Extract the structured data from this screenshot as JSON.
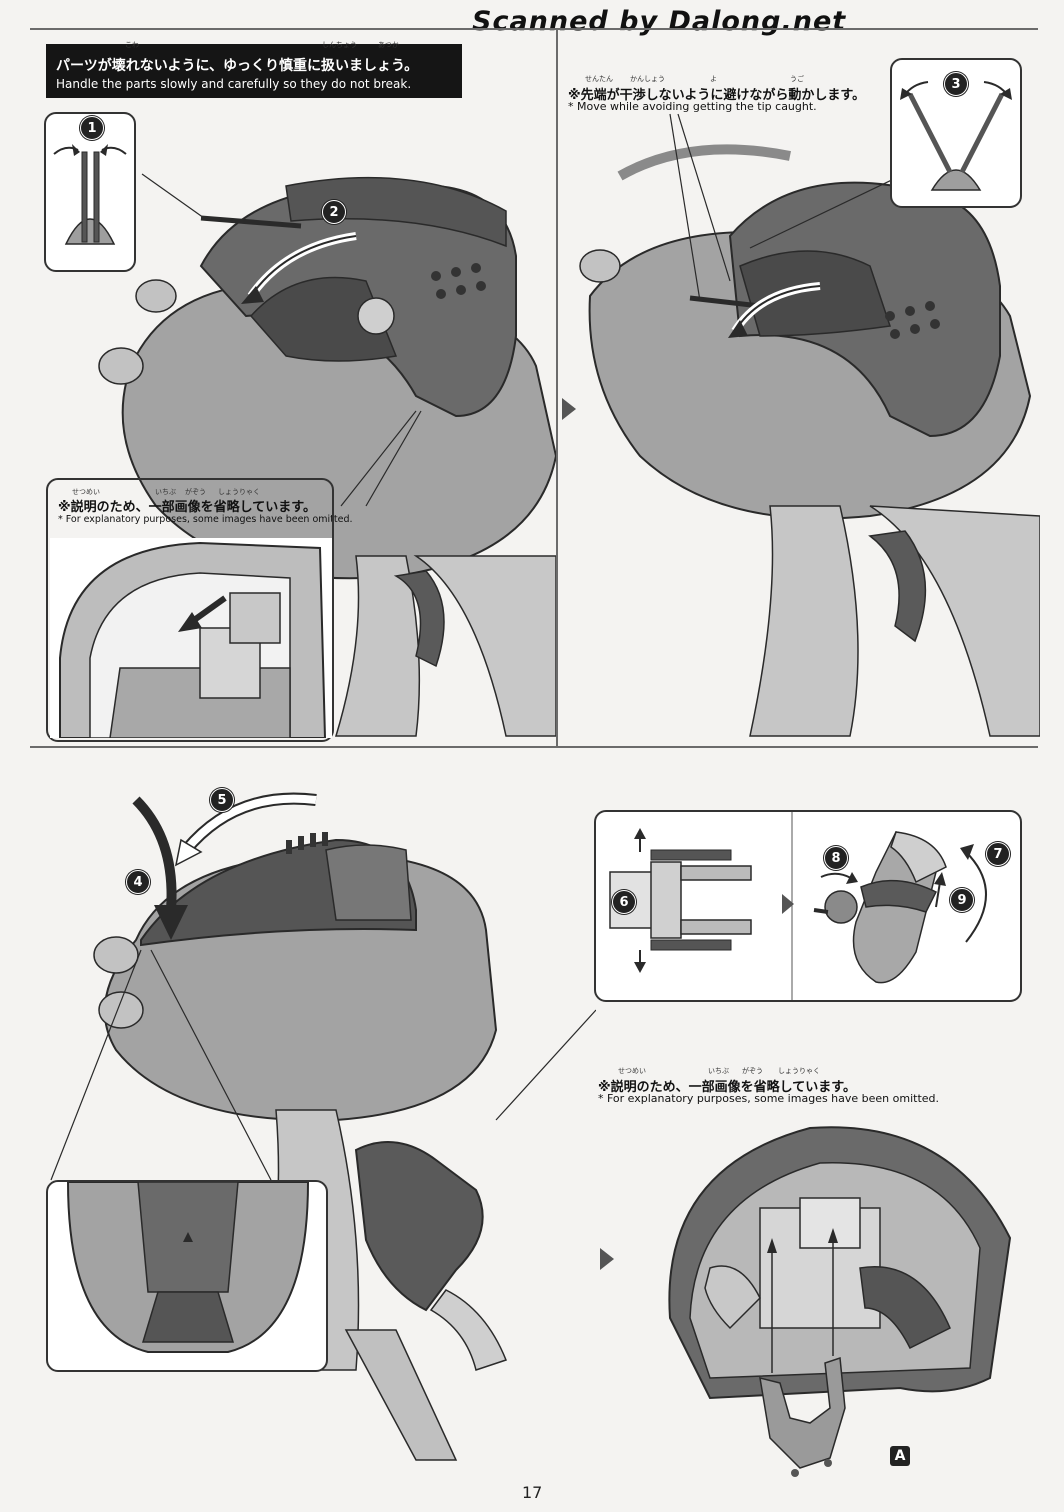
{
  "watermark": "Scanned by Dalong.net",
  "notice": {
    "jp": "パーツが壊れないように、ゆっくり慎重に扱いましょう。",
    "en": "Handle the parts slowly and carefully so they do not break.",
    "ruby": [
      "こわ",
      "しんちょう",
      "あつか"
    ]
  },
  "notes": {
    "tip_jp": "※先端が干渉しないように避けながら動かします。",
    "tip_en": "* Move while avoiding getting the tip caught.",
    "tip_ruby": [
      "せんたん",
      "かんしょう",
      "よ",
      "うご"
    ],
    "omit_jp": "※説明のため、一部画像を省略しています。",
    "omit_en": "* For explanatory purposes, some images have been omitted.",
    "omit_ruby": [
      "せつめい",
      "いちぶ",
      "がぞう",
      "しょうりゃく"
    ]
  },
  "steps": [
    "1",
    "2",
    "3",
    "4",
    "5",
    "6",
    "7",
    "8",
    "9"
  ],
  "part_label": "A",
  "page_number": "17",
  "colors": {
    "body": "#9a9a9a",
    "dark": "#555555",
    "line": "#2a2a2a",
    "light": "#cfcfcf"
  }
}
